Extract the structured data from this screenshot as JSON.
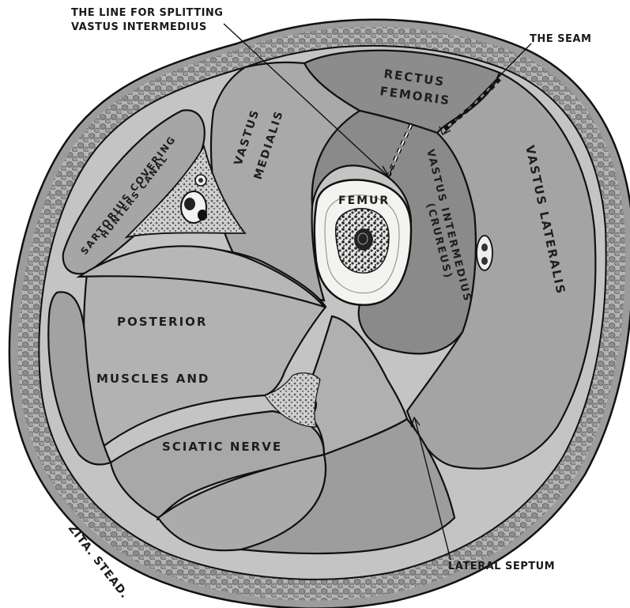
{
  "muscle_labels": {
    "rectus_femoris_1": "RECTUS",
    "rectus_femoris_2": "FEMORIS",
    "vastus_medialis_1": "VASTUS",
    "vastus_medialis_2": "MEDIALIS",
    "vastus_lateralis": "VASTUS LATERALIS",
    "vastus_intermedius_1": "VASTUS INTERMEDIUS",
    "vastus_intermedius_2": "(CRUREUS)",
    "sartorius_1": "SARTORIUS COVERING",
    "sartorius_2": "HUNTERS CANAL",
    "femur": "FEMUR",
    "posterior_1": "POSTERIOR",
    "posterior_2": "MUSCLES AND",
    "posterior_3": "SCIATIC NERVE"
  },
  "callouts": {
    "splitting_line_1": "THE LINE FOR SPLITTING",
    "splitting_line_2": "VASTUS INTERMEDIUS",
    "seam": "THE SEAM",
    "lateral_septum": "LATERAL SEPTUM"
  },
  "signature": "ZITA. STEAD.",
  "colors": {
    "skin": "#9a9a9a",
    "fat_band": "#b4b4b4",
    "muscle_dark": "#8a8a8a",
    "muscle_mid": "#a7a7a7",
    "muscle_light": "#c2c2c2",
    "bone": "#f2f2ee",
    "marrow": "#2a2a2a"
  }
}
